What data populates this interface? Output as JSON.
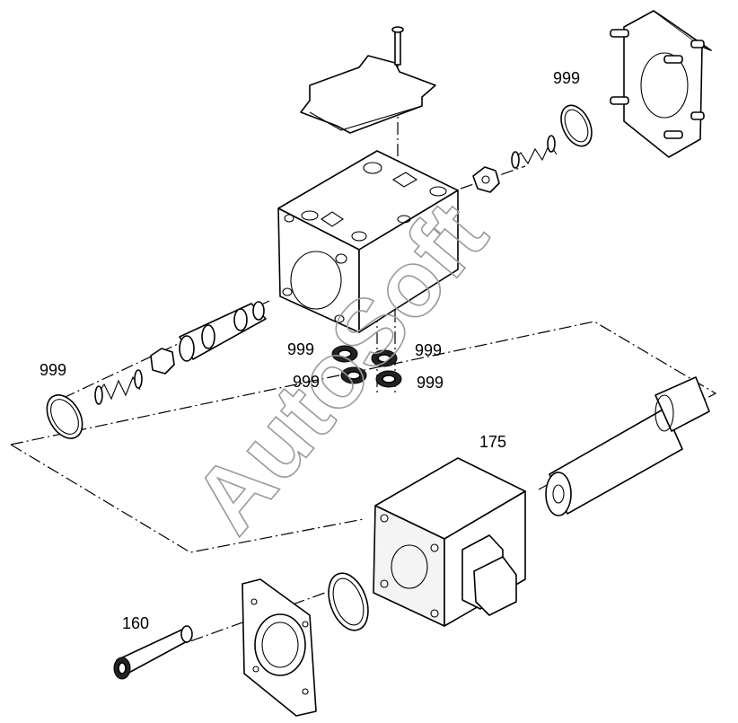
{
  "diagram": {
    "labels": {
      "seal_top_right": "999",
      "seal_left": "999",
      "washer_a": "999",
      "washer_b": "999",
      "washer_c": "999",
      "washer_d": "999",
      "solenoid": "175",
      "bolt": "160"
    },
    "watermark": "AutoSoft"
  }
}
